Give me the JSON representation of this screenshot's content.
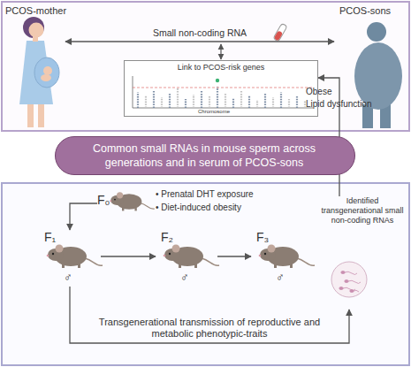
{
  "diagram": {
    "nodes": [
      {
        "text": [
          "PCOS-mother"
        ]
      },
      {
        "text": [
          "PCOS-sons",
          "Obese",
          "Lipid dysfunction"
        ]
      },
      {
        "text": [
          "Link to PCOS-risk genes"
        ]
      },
      {
        "text": [
          "Common small RNAs in mouse sperm across generations and in serum of PCOS-sons"
        ]
      },
      {
        "text": [
          "F₀",
          "• Prenatal DHT exposure",
          "• Diet-induced obesity"
        ]
      },
      {
        "text": [
          "F₁",
          "♂"
        ]
      },
      {
        "text": [
          "F₂",
          "♂"
        ]
      },
      {
        "text": [
          "F₃",
          "♂"
        ]
      },
      {
        "text": [
          "Identified transgenerational small non-coding RNAs"
        ]
      }
    ],
    "edges": [
      {
        "from": 0,
        "to": 1,
        "label": "Small non-coding RNA",
        "arrow": "both"
      },
      {
        "from": 8,
        "to": 2,
        "arrow": "to"
      },
      {
        "from": 4,
        "to": 5,
        "arrow": "to"
      },
      {
        "from": 5,
        "to": 6,
        "arrow": "to"
      },
      {
        "from": 6,
        "to": 7,
        "arrow": "to"
      },
      {
        "from": 5,
        "to": 8,
        "label": "Transgenerational transmission of reproductive and metabolic phenotypic-traits",
        "arrow": "to"
      }
    ],
    "labels": [
      "Chromosome"
    ]
  }
}
